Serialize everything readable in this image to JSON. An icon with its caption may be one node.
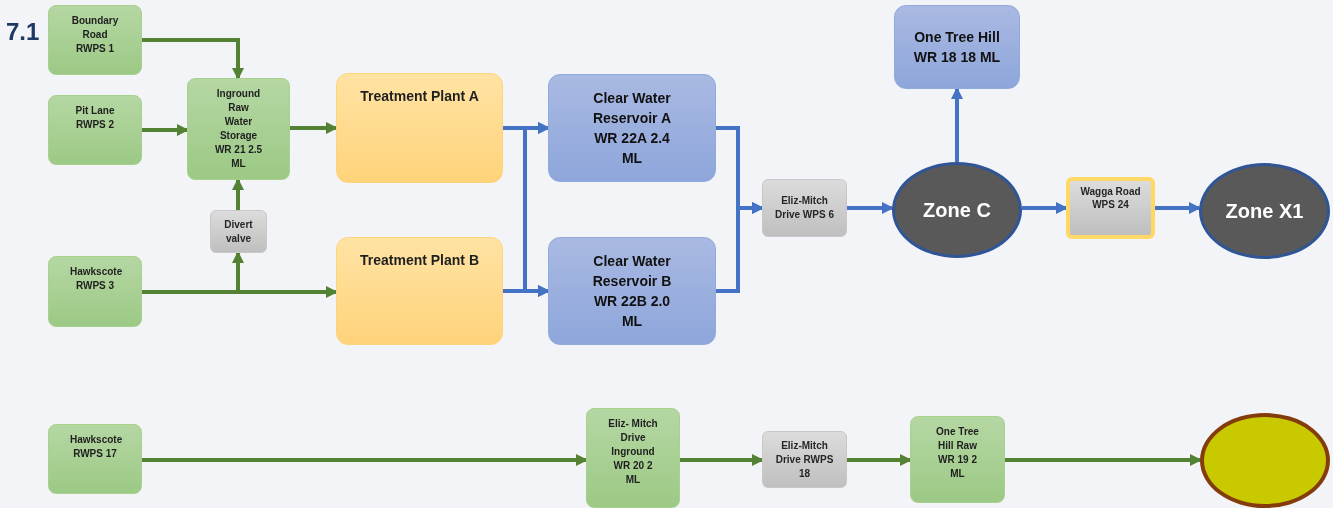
{
  "diagram": {
    "title": "7.1",
    "nodes": [
      {
        "text": [
          "Boundary Road RWPS 1"
        ]
      },
      {
        "text": [
          "Pit Lane RWPS 2"
        ]
      },
      {
        "text": [
          "Inground Raw Water Storage WR 21 2.5 ML"
        ]
      },
      {
        "text": [
          "Divert valve"
        ]
      },
      {
        "text": [
          "Hawkscote RWPS 3"
        ]
      },
      {
        "text": [
          "Treatment Plant A"
        ]
      },
      {
        "text": [
          "Treatment Plant B"
        ]
      },
      {
        "text": [
          "Clear Water Reservoir A WR 22A 2.4 ML"
        ]
      },
      {
        "text": [
          "Clear Water Reservoir B WR 22B 2.0 ML"
        ]
      },
      {
        "text": [
          "Eliz-Mitch Drive WPS 6"
        ]
      },
      {
        "text": [
          "One Tree Hill WR 18 18 ML"
        ]
      },
      {
        "text": [
          "Zone C"
        ]
      },
      {
        "text": [
          "Wagga Road WPS 24"
        ]
      },
      {
        "text": [
          "Zone X1"
        ]
      },
      {
        "text": [
          "Hawkscote RWPS 17"
        ]
      },
      {
        "text": [
          "Eliz- Mitch Drive Inground WR 20 2 ML"
        ]
      },
      {
        "text": [
          "Eliz-Mitch Drive RWPS 18"
        ]
      },
      {
        "text": [
          "One Tree Hill Raw WR 19 2 ML"
        ]
      },
      {
        "text": [],
        "shape": "circle"
      }
    ],
    "edges": [
      {
        "from": 0,
        "to": 2,
        "arrow": "to"
      },
      {
        "from": 1,
        "to": 2,
        "arrow": "to"
      },
      {
        "from": 4,
        "to": 3,
        "arrow": "to"
      },
      {
        "from": 3,
        "to": 2,
        "arrow": "to"
      },
      {
        "from": 4,
        "to": 6,
        "arrow": "to"
      },
      {
        "from": 2,
        "to": 5,
        "arrow": "to"
      },
      {
        "from": 5,
        "to": 7,
        "arrow": "to",
        "color": "#4472c4"
      },
      {
        "from": 5,
        "to": 8,
        "arrow": "to",
        "color": "#4472c4"
      },
      {
        "from": 6,
        "to": 7,
        "arrow": "to",
        "color": "#4472c4"
      },
      {
        "from": 6,
        "to": 8,
        "arrow": "to",
        "color": "#4472c4"
      },
      {
        "from": 7,
        "to": 9,
        "arrow": "to",
        "color": "#4472c4"
      },
      {
        "from": 8,
        "to": 9,
        "arrow": "to",
        "color": "#4472c4"
      },
      {
        "from": 9,
        "to": 11,
        "arrow": "to",
        "color": "#4472c4"
      },
      {
        "from": 11,
        "to": 10,
        "arrow": "to",
        "color": "#4472c4"
      },
      {
        "from": 11,
        "to": 12,
        "arrow": "to",
        "color": "#4472c4"
      },
      {
        "from": 12,
        "to": 13,
        "arrow": "to",
        "color": "#4472c4"
      },
      {
        "from": 14,
        "to": 15,
        "arrow": "to"
      },
      {
        "from": 15,
        "to": 16,
        "arrow": "to"
      },
      {
        "from": 16,
        "to": 17,
        "arrow": "to"
      },
      {
        "from": 17,
        "to": 18,
        "arrow": "to"
      }
    ]
  }
}
